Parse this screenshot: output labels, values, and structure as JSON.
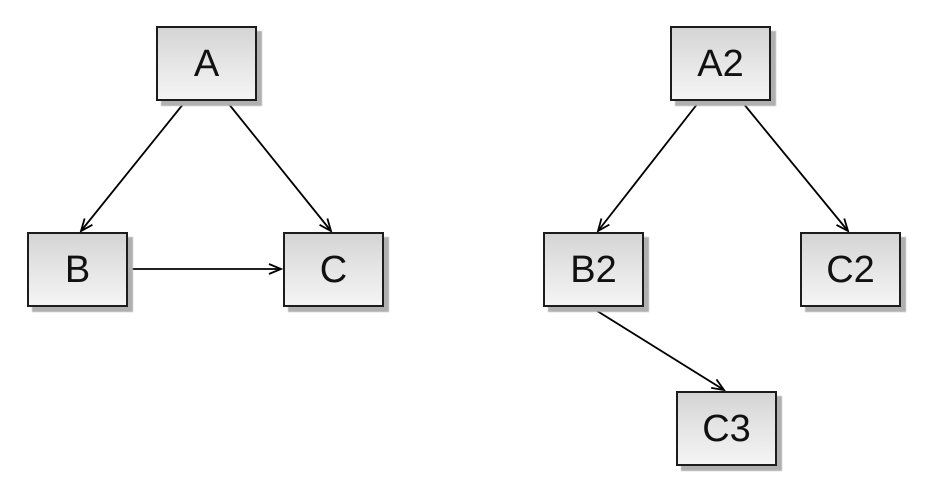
{
  "diagram": {
    "description": "Two directed graphs drawn side by side on a white canvas",
    "nodes": [
      {
        "id": "A",
        "label": "A"
      },
      {
        "id": "B",
        "label": "B"
      },
      {
        "id": "C",
        "label": "C"
      },
      {
        "id": "A2",
        "label": "A2"
      },
      {
        "id": "B2",
        "label": "B2"
      },
      {
        "id": "C2",
        "label": "C2"
      },
      {
        "id": "C3",
        "label": "C3"
      }
    ],
    "edges": [
      {
        "from": "A",
        "to": "B"
      },
      {
        "from": "A",
        "to": "C"
      },
      {
        "from": "B",
        "to": "C"
      },
      {
        "from": "A2",
        "to": "B2"
      },
      {
        "from": "A2",
        "to": "C2"
      },
      {
        "from": "B2",
        "to": "C3"
      }
    ],
    "colors": {
      "background": "#ffffff",
      "node_fill_top": "#d4d4d4",
      "node_fill_bottom": "#f4f4f4",
      "node_border": "#1c1c1c",
      "node_shadow": "#b0b0b0",
      "edge_stroke": "#000000",
      "label_text": "#111111"
    }
  }
}
